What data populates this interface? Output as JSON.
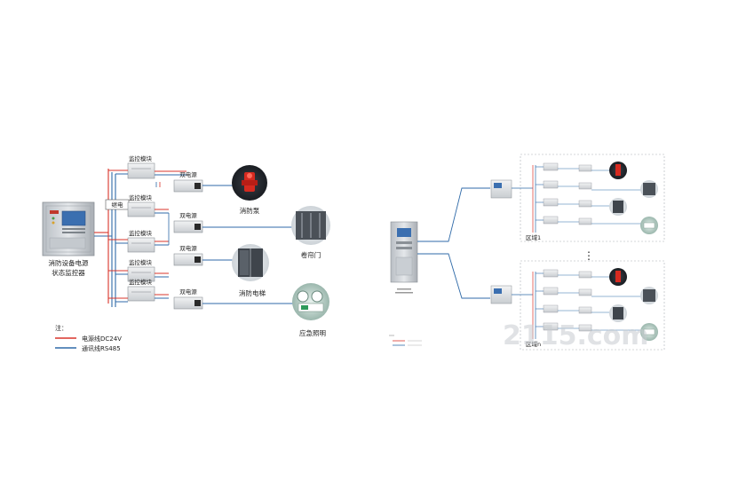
{
  "left_diagram": {
    "main_device_label_line1": "消防设备电源",
    "main_device_label_line2": "状态监控器",
    "relay_label": "继电",
    "module_label": "监控模块",
    "sensor_label": "双电源",
    "devices": {
      "pump": "消防泵",
      "door": "卷帘门",
      "elevator": "消防电梯",
      "lighting": "应急照明"
    },
    "legend": {
      "title": "注：",
      "power_line": "电源线DC24V",
      "comm_line": "通讯线RS485"
    },
    "colors": {
      "power": "#d9342b",
      "comm": "#2f6aa8"
    }
  },
  "right_diagram": {
    "zone1_label": "区域1",
    "zoneN_label": "区域n",
    "ellipsis": "⋮",
    "watermark": "2115.com"
  }
}
